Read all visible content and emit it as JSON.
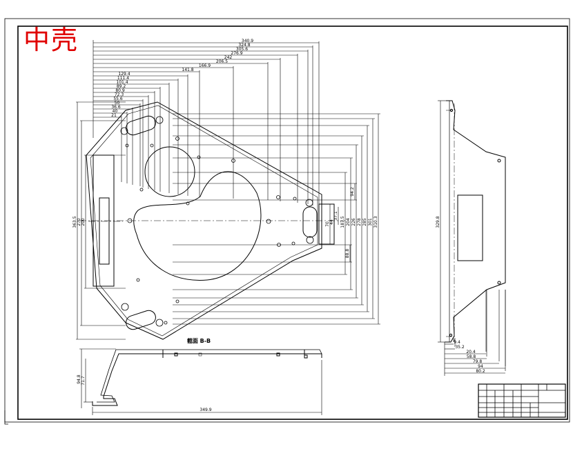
{
  "stamp_text": "中壳",
  "section_label": "截面 B-B",
  "top_dims": [
    "340.9",
    "324.8",
    "305.6",
    "276.9",
    "242",
    "206.5",
    "166.9",
    "141.8",
    "129.4",
    "111.4",
    "101.4",
    "89.2",
    "80.9",
    "72.3",
    "55.6",
    "50",
    "36.6",
    "40",
    "21"
  ],
  "left_vdims": [
    "363.5",
    "270",
    "200"
  ],
  "right_vdims": [
    "310.3",
    "301",
    "285",
    "278",
    "226",
    "204",
    "187.5",
    "94.2",
    "88.8"
  ],
  "inner_dims": [
    "37.1",
    "44",
    "70"
  ],
  "bottom_vdims": [
    "94.8",
    "71.7"
  ],
  "bottom_hdim": "349.9",
  "side_vdim": "329.8",
  "side_hdims": [
    "9.4",
    "35.2",
    "20.4",
    "58.8",
    "79.8",
    "94",
    "80.2"
  ],
  "title_block": {
    "cells": [
      "",
      "",
      "",
      "",
      "",
      "",
      "",
      "",
      "",
      "",
      "",
      ""
    ],
    "material": ""
  }
}
